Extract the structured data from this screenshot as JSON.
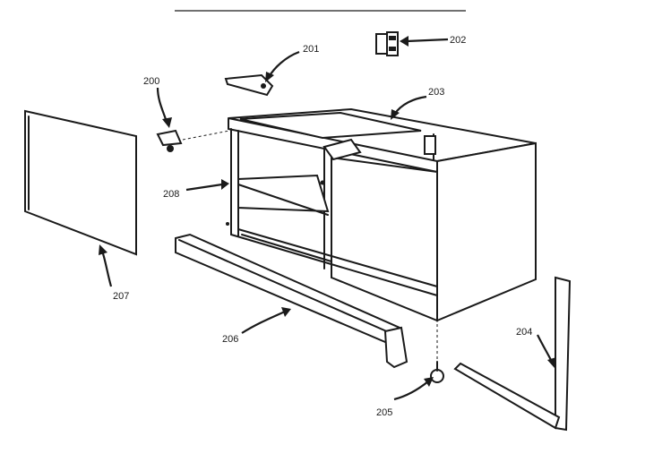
{
  "callouts": {
    "p200": "200",
    "p201": "201",
    "p202": "202",
    "p203": "203",
    "p204": "204",
    "p205": "205",
    "p206": "206",
    "p207": "207",
    "p208": "208"
  },
  "colors": {
    "ink": "#1a1a1a",
    "paper": "#ffffff"
  }
}
